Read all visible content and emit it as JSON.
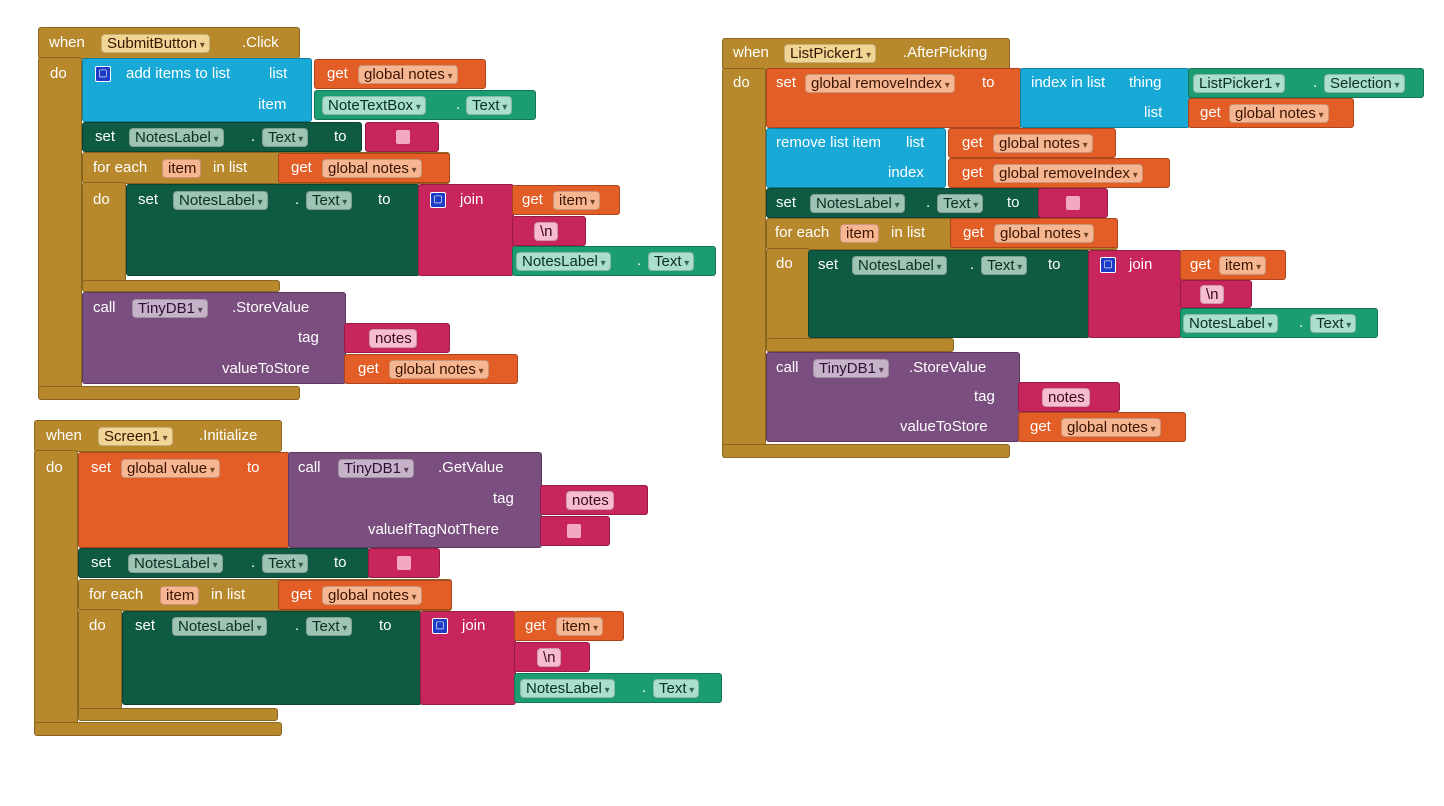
{
  "blocks": {
    "submit": {
      "when": "when",
      "component": "SubmitButton",
      "event": ".Click",
      "do": "do",
      "add_items": "add items to list",
      "list_label": "list",
      "item_label": "item",
      "get": "get",
      "global_notes": "global notes",
      "notetextbox": "NoteTextBox",
      "dot": ".",
      "text_prop": "Text",
      "set": "set",
      "noteslabel": "NotesLabel",
      "to": "to",
      "for_each": "for each",
      "item_var": "item",
      "in_list": "in list",
      "join": "join",
      "newline": "\\n",
      "call": "call",
      "tinydb": "TinyDB1",
      "store_value": ".StoreValue",
      "tag": "tag",
      "notes_str": "notes",
      "value_to_store": "valueToStore"
    },
    "screen": {
      "when": "when",
      "component": "Screen1",
      "event": ".Initialize",
      "do": "do",
      "set": "set",
      "global_value": "global value",
      "to": "to",
      "call": "call",
      "tinydb": "TinyDB1",
      "get_value": ".GetValue",
      "tag": "tag",
      "notes_str": "notes",
      "value_if": "valueIfTagNotThere",
      "noteslabel": "NotesLabel",
      "dot": ".",
      "text_prop": "Text",
      "for_each": "for each",
      "item_var": "item",
      "in_list": "in list",
      "get": "get",
      "global_notes": "global notes",
      "join": "join",
      "newline": "\\n"
    },
    "picker": {
      "when": "when",
      "component": "ListPicker1",
      "event": ".AfterPicking",
      "do": "do",
      "set": "set",
      "global_remove": "global removeIndex",
      "to": "to",
      "index_in_list": "index in list",
      "thing": "thing",
      "list_label": "list",
      "selection": "Selection",
      "dot": ".",
      "get": "get",
      "global_notes": "global notes",
      "remove_item": "remove list item",
      "index_label": "index",
      "noteslabel": "NotesLabel",
      "text_prop": "Text",
      "for_each": "for each",
      "item_var": "item",
      "in_list": "in list",
      "join": "join",
      "newline": "\\n",
      "call": "call",
      "tinydb": "TinyDB1",
      "store_value": ".StoreValue",
      "tag": "tag",
      "notes_str": "notes",
      "value_to_store": "valueToStore"
    }
  },
  "colors": {
    "event": "#b8892c",
    "variable": "#e35d26",
    "procedure": "#7a4e7e",
    "component_setter": "#0f5a43",
    "component_getter": "#1b9c73",
    "list": "#19a9d6",
    "text": "#c8245d"
  }
}
